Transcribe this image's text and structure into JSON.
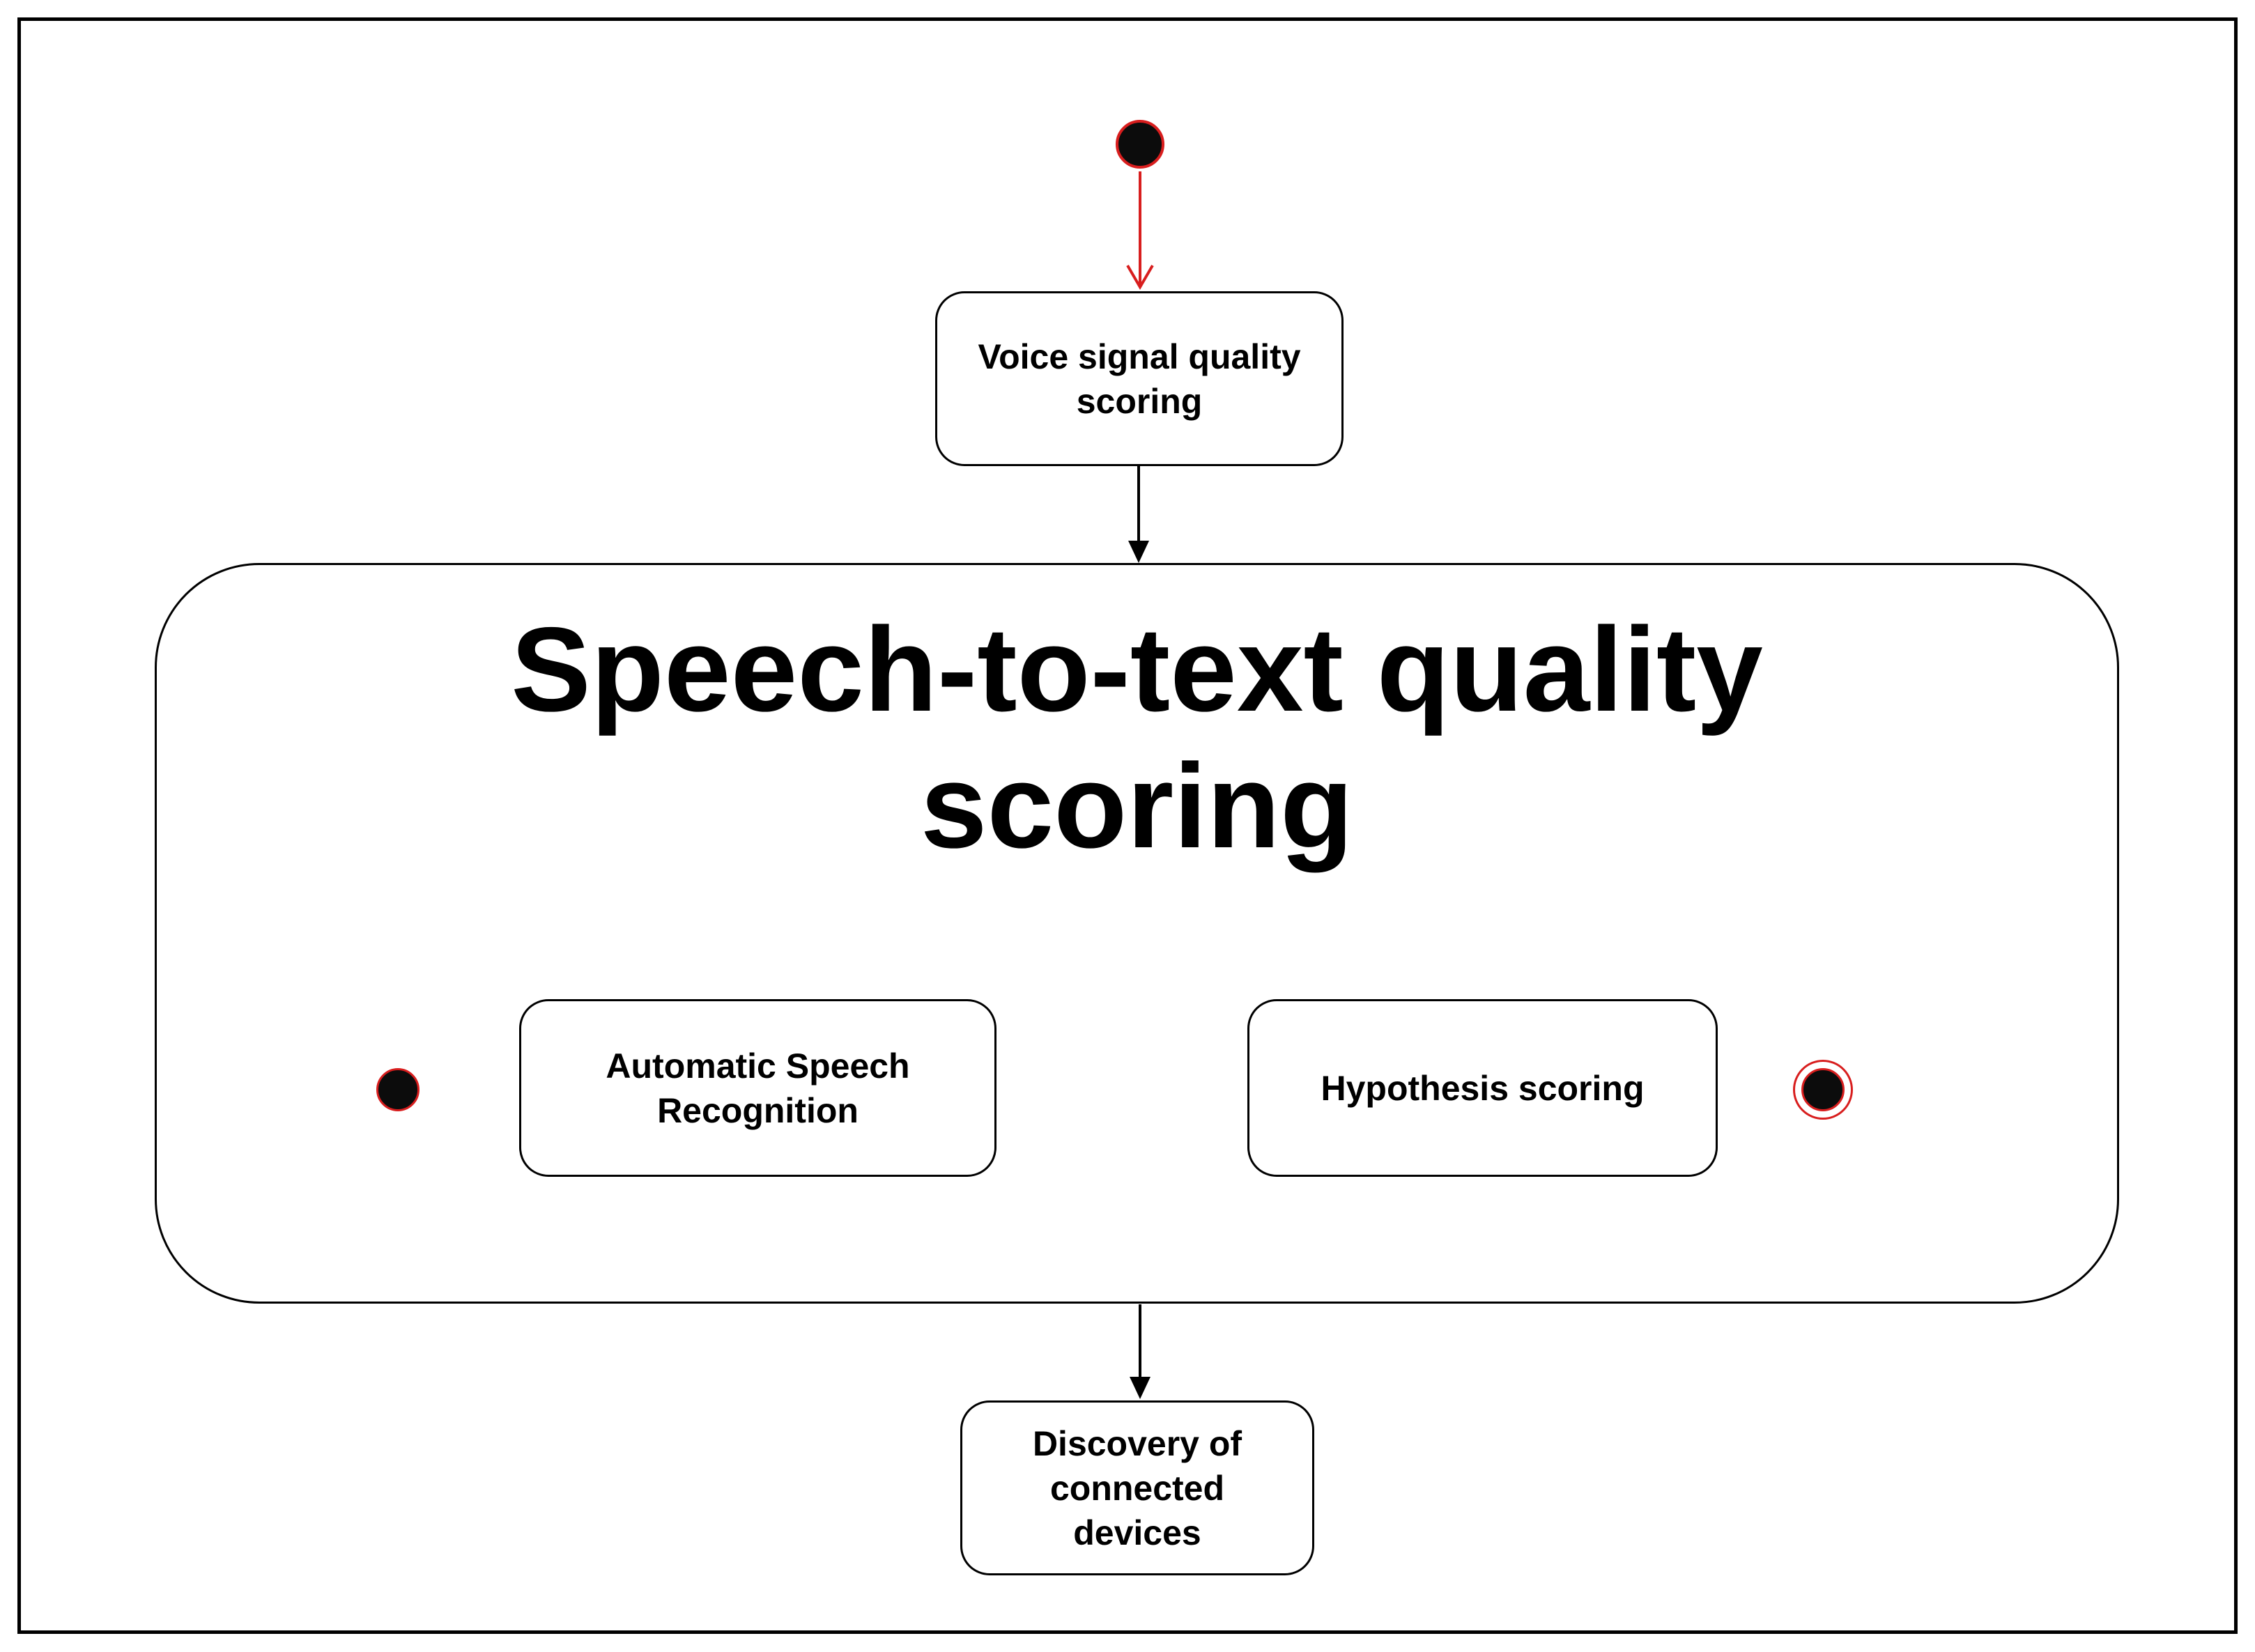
{
  "diagram": {
    "type": "uml-state-diagram",
    "colors": {
      "transition_red": "#d81e1e",
      "line_black": "#000000",
      "node_fill": "#ffffff",
      "state_dot_fill": "#0c0c0c"
    },
    "nodes": {
      "voice": {
        "label": "Voice signal quality scoring",
        "lines": [
          "Voice signal quality",
          "scoring"
        ]
      },
      "composite": {
        "label": "Speech-to-text quality scoring",
        "lines": [
          "Speech-to-text quality",
          "scoring"
        ]
      },
      "asr": {
        "label": "Automatic Speech Recognition",
        "lines": [
          "Automatic Speech",
          "Recognition"
        ]
      },
      "hypothesis": {
        "label": "Hypothesis scoring",
        "lines": [
          "Hypothesis scoring"
        ]
      },
      "discovery": {
        "label": "Discovery of connected devices",
        "lines": [
          "Discovery of",
          "connected",
          "devices"
        ]
      }
    }
  }
}
